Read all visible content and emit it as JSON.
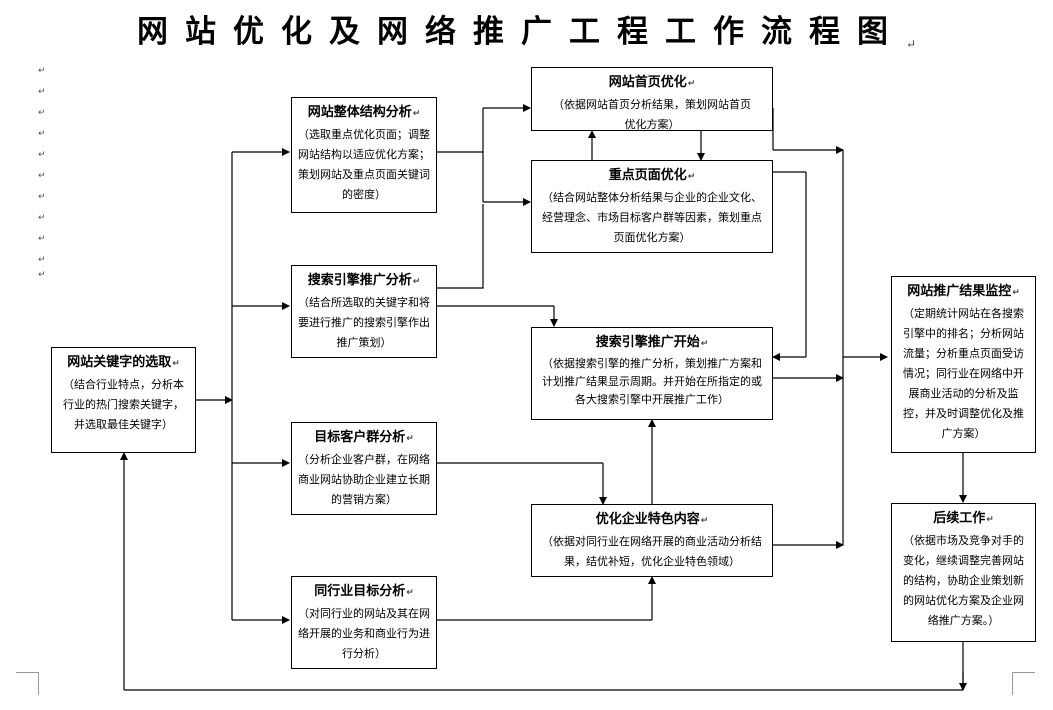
{
  "title": "网站优化及网络推广工程工作流程图",
  "paragraph_mark": "↵",
  "nodes": {
    "keyword": {
      "title": "网站关键字的选取",
      "desc": "（结合行业特点，分析本行业的热门搜索关键字，并选取最佳关键字）"
    },
    "structure": {
      "title": "网站整体结构分析",
      "desc": "（选取重点优化页面；调整网站结构以适应优化方案；策划网站及重点页面关键词的密度）"
    },
    "search_analysis": {
      "title": "搜索引擎推广分析",
      "desc": "（结合所选取的关键字和将要进行推广的搜索引擎作出推广策划）"
    },
    "customer": {
      "title": "目标客户群分析",
      "desc": "（分析企业客户群，在网络商业网站协助企业建立长期的营销方案）"
    },
    "peer": {
      "title": "同行业目标分析",
      "desc": "（对同行业的网站及其在网络开展的业务和商业行为进行分析）"
    },
    "homepage": {
      "title": "网站首页优化",
      "desc": "（依据网站首页分析结果，策划网站首页优化方案）"
    },
    "key_pages": {
      "title": "重点页面优化",
      "desc": "（结合网站整体分析结果与企业的企业文化、经营理念、市场目标客户群等因素，策划重点页面优化方案）"
    },
    "search_start": {
      "title": "搜索引擎推广开始",
      "desc": "（依据搜索引擎的推广分析，策划推广方案和计划推广结果显示周期。并开始在所指定的或各大搜索引擎中开展推广工作）"
    },
    "features": {
      "title": "优化企业特色内容",
      "desc": "（依据对同行业在网络开展的商业活动分析结果，结优补短，优化企业特色领域）"
    },
    "monitor": {
      "title": "网站推广结果监控",
      "desc": "（定期统计网站在各搜索引擎中的排名；分析网站流量；分析重点页面受访情况；同行业在网络中开展商业活动的分析及监控，并及时调整优化及推广方案）"
    },
    "followup": {
      "title": "后续工作",
      "desc": "（依据市场及竞争对手的变化，继续调整完善网站的结构，协助企业策划新的网站优化方案及企业网络推广方案。）"
    }
  }
}
